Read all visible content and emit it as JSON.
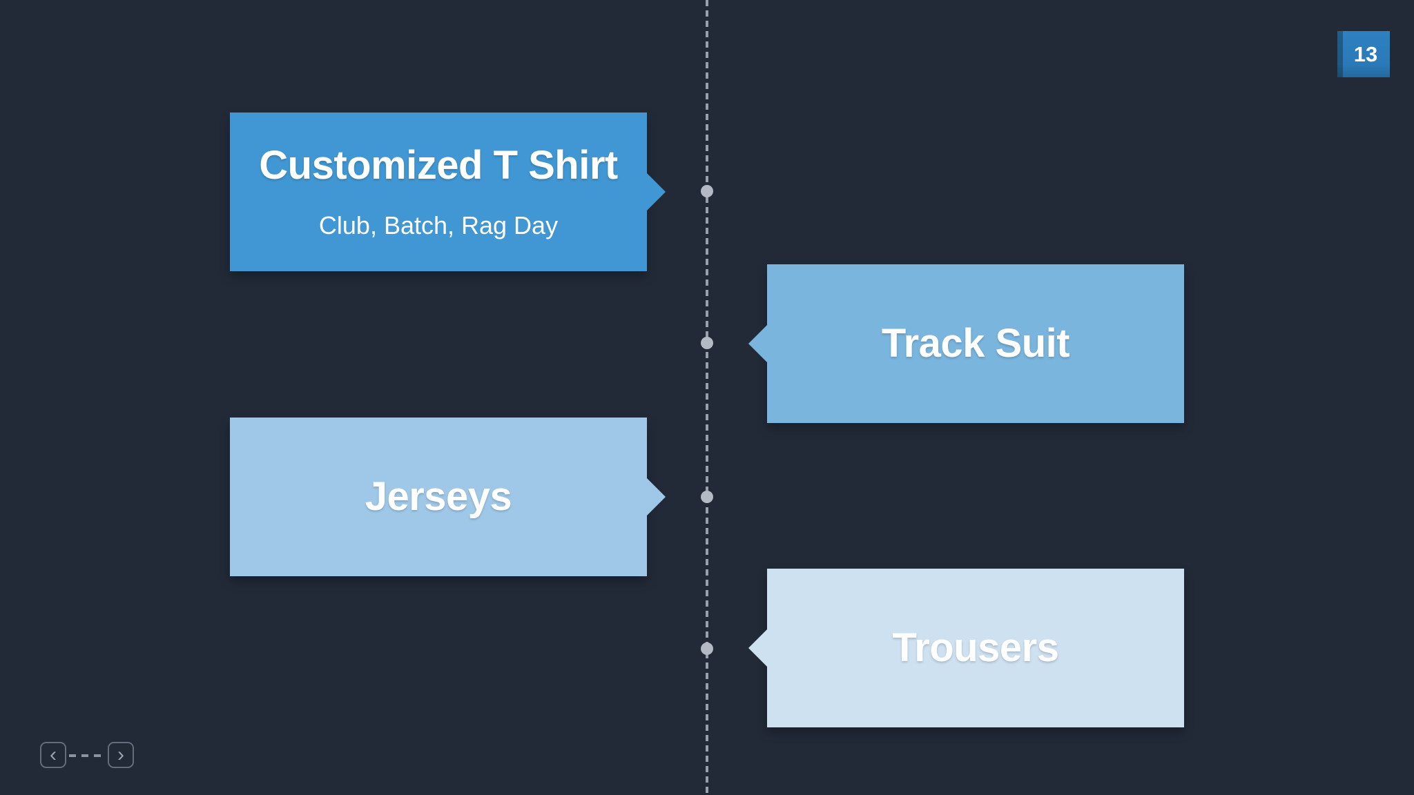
{
  "slide": {
    "page_number": "13",
    "background_color": "#222a38"
  },
  "timeline": {
    "orientation": "vertical",
    "line_color": "#99a0ab",
    "node_color": "#b3bac3",
    "items": [
      {
        "title": "Customized T Shirt",
        "subtitle": "Club, Batch, Rag Day",
        "side": "left",
        "color": "#4197d3"
      },
      {
        "title": "Track Suit",
        "subtitle": "",
        "side": "right",
        "color": "#7ab5de"
      },
      {
        "title": "Jerseys",
        "subtitle": "",
        "side": "left",
        "color": "#9fc8e8"
      },
      {
        "title": "Trousers",
        "subtitle": "",
        "side": "right",
        "color": "#cee1f0"
      }
    ]
  },
  "navigation": {
    "prev_label": "‹",
    "next_label": "›"
  }
}
